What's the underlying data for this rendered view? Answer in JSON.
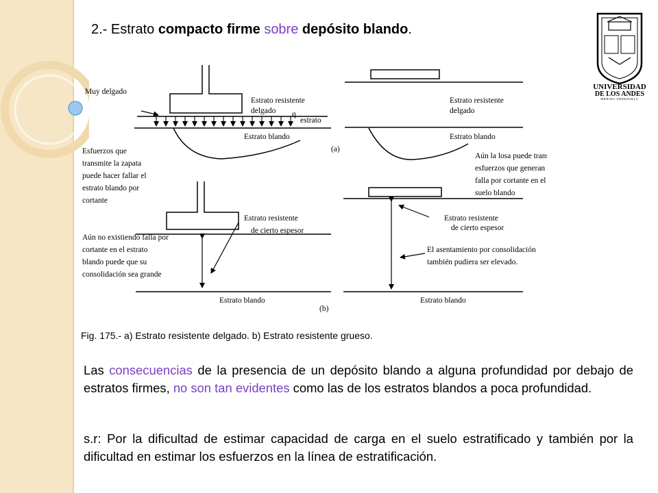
{
  "title": {
    "prefix": "2.- Estrato ",
    "bold1": "compacto firme",
    "purple": "sobre",
    "bold2": "depósito blando",
    "end": "."
  },
  "logo": {
    "line1": "UNIVERSIDAD",
    "line2": "DE LOS ANDES",
    "line3": "MERIDA VENEZUELA"
  },
  "diagram": {
    "muy_delgado": "Muy delgado",
    "er_delgado_1": "Estrato resistente",
    "er_delgado_2": "delgado",
    "q": "q",
    "q_estrato": "estrato",
    "estrato_blando": "Estrato blando",
    "label_a": "(a)",
    "left_a_note": [
      "Esfuerzos que",
      "transmite la zapata",
      "puede hacer fallar el",
      "estrato blando por",
      "cortante"
    ],
    "right_a_note": [
      "Aún la losa puede transmitir",
      "esfuerzos que generan la",
      "falla por cortante en el",
      "suelo blando"
    ],
    "er_cierto_1": "Estrato resistente",
    "er_cierto_2": "de cierto espesor",
    "left_b_note": [
      "Aún no existiendo falla por",
      "cortante en el estrato",
      "blando puede que su",
      "consolidación sea grande"
    ],
    "right_b_note": [
      "El asentamiento por consolidación",
      "también pudiera ser elevado."
    ],
    "label_b": "(b)"
  },
  "caption": "Fig. 175.- a) Estrato resistente delgado. b) Estrato resistente grueso.",
  "paragraph1": {
    "part1": "Las ",
    "purple1": "consecuencias",
    "part2": " de la presencia de un depósito blando a alguna profundidad por debajo de estratos firmes, ",
    "purple2": "no son tan evidentes",
    "part3": " como las de los estratos blandos a poca profundidad."
  },
  "paragraph2": "s.r: Por la dificultad de estimar capacidad de carga en el suelo estratificado y también por la dificultad en estimar los esfuerzos en la línea de estratificación.",
  "colors": {
    "accent_purple": "#7b3fc4",
    "sidebar": "#f6e6c6",
    "bullet": "#9cc7ef"
  }
}
